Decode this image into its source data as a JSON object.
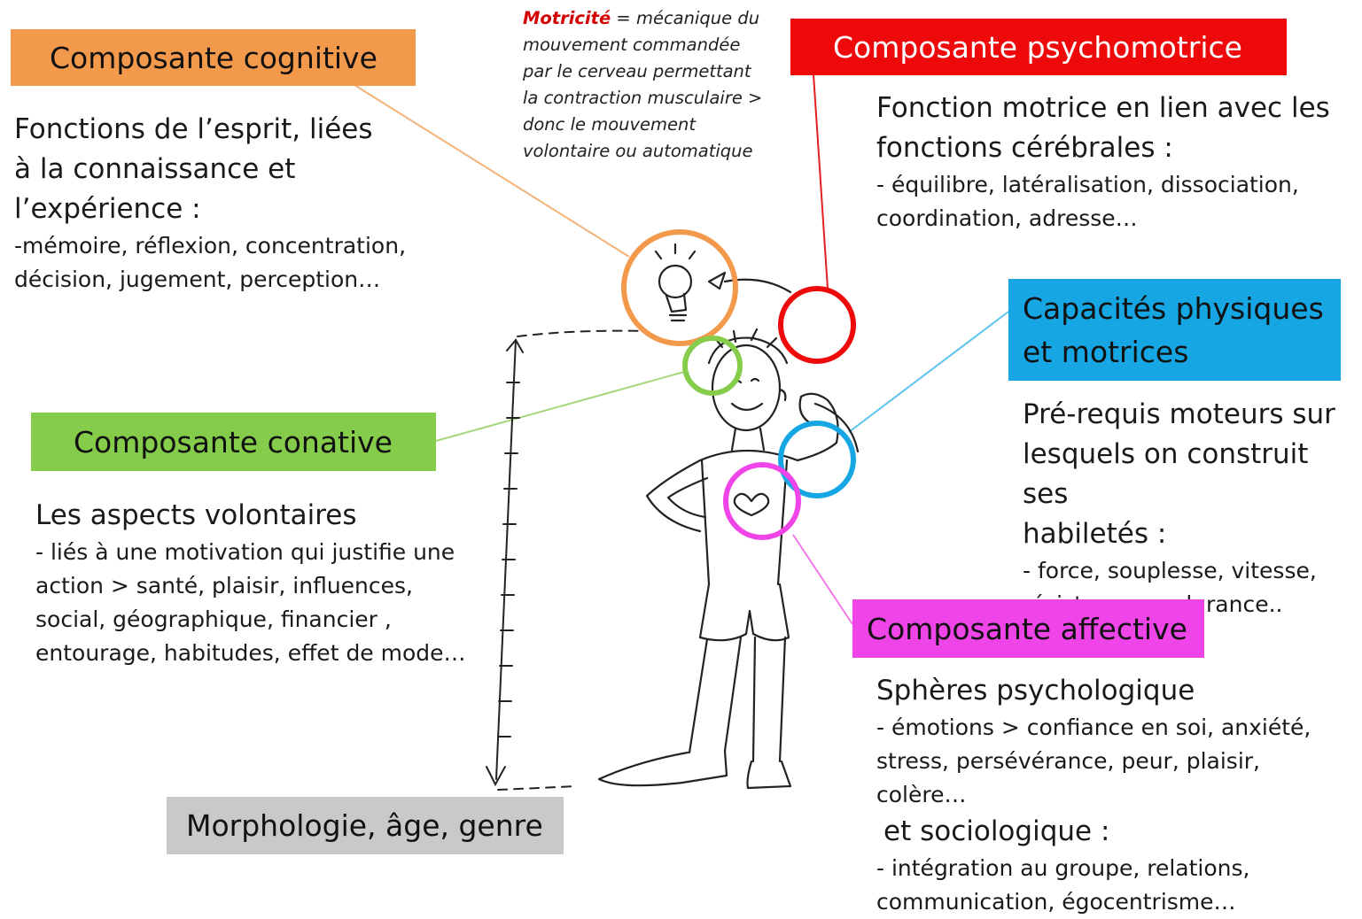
{
  "colors": {
    "cognitive": "#f3994b",
    "psychomotor": "#ee0a0a",
    "conative": "#84cc4a",
    "physical": "#16a6e4",
    "affective": "#ee44e8",
    "morphology": "#c9c9c9",
    "note_highlight": "#d40000"
  },
  "note": {
    "term": "Motricité",
    "definition": " = mécanique du\nmouvement commandée\npar le cerveau permettant\nla contraction musculaire >\ndonc le mouvement\nvolontaire ou automatique"
  },
  "cognitive": {
    "label": "Composante cognitive",
    "heading": "Fonctions de l’esprit, liées\nà la connaissance et\nl’expérience :",
    "details": "-mémoire, réflexion, concentration,\ndécision, jugement, perception…"
  },
  "psychomotor": {
    "label": "Composante psychomotrice",
    "heading": "Fonction motrice en lien avec les\nfonctions cérébrales :",
    "details": "- équilibre, latéralisation, dissociation,\ncoordination, adresse…"
  },
  "physical": {
    "label": "Capacités physiques\net motrices",
    "heading": "Pré-requis moteurs sur\nlesquels on construit ses\nhabiletés :",
    "details": "- force, souplesse, vitesse,\nrésistance, endurance.."
  },
  "conative": {
    "label": "Composante conative",
    "heading": "Les aspects volontaires",
    "details": "- liés à une motivation qui justifie une\naction > santé, plaisir, influences,\nsocial, géographique, financier ,\nentourage, habitudes, effet de mode…"
  },
  "affective": {
    "label": "Composante affective",
    "heading": "Sphères psychologique",
    "details": "- émotions > confiance en soi, anxiété,\nstress, persévérance, peur, plaisir,\ncolère…",
    "heading2": "et sociologique :",
    "details2": "- intégration au groupe, relations,\ncommunication, égocentrisme…"
  },
  "morphology": {
    "label": "Morphologie, âge, genre"
  }
}
